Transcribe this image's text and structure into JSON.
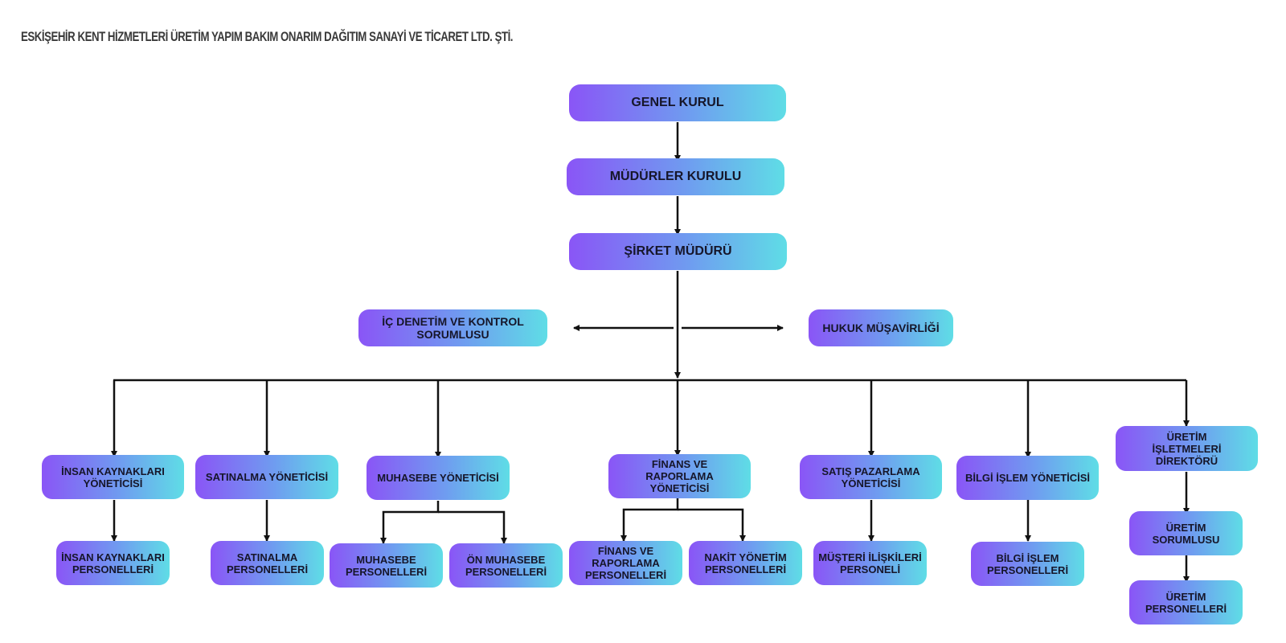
{
  "title": "ESKİŞEHİR KENT HİZMETLERİ ÜRETİM YAPIM BAKIM ONARIM DAĞITIM SANAYİ VE TİCARET LTD. ŞTİ.",
  "colors": {
    "gradient_start": "#8a55f6",
    "gradient_mid": "#6f9cf0",
    "gradient_end": "#5fdde6",
    "line": "#111111",
    "text": "#16162a"
  },
  "nodes": {
    "genel_kurul": "GENEL KURUL",
    "mudurler_kurulu": "MÜDÜRLER KURULU",
    "sirket_muduru": "ŞİRKET MÜDÜRÜ",
    "ic_denetim": "İÇ DENETİM VE KONTROL SORUMLUSU",
    "hukuk": "HUKUK MÜŞAVİRLİĞİ",
    "insan_kaynaklari_yoneticisi": "İNSAN KAYNAKLARI YÖNETİCİSİ",
    "satinalma_yoneticisi": "SATINALMA YÖNETİCİSİ",
    "muhasebe_yoneticisi": "MUHASEBE YÖNETİCİSİ",
    "finans_yoneticisi": "FİNANS VE RAPORLAMA YÖNETİCİSİ",
    "satis_yoneticisi": "SATIŞ PAZARLAMA YÖNETİCİSİ",
    "bilgi_islem_yoneticisi": "BİLGİ İŞLEM YÖNETİCİSİ",
    "uretim_direktoru": "ÜRETİM İŞLETMELERİ DİREKTÖRÜ",
    "insan_kaynaklari_personelleri": "İNSAN KAYNAKLARI PERSONELLERİ",
    "satinalma_personelleri": "SATINALMA PERSONELLERİ",
    "muhasebe_personelleri": "MUHASEBE PERSONELLERİ",
    "on_muhasebe_personelleri": "ÖN MUHASEBE PERSONELLERİ",
    "finans_personelleri": "FİNANS VE RAPORLAMA PERSONELLERİ",
    "nakit_yonetim_personelleri": "NAKİT YÖNETİM PERSONELLERİ",
    "musteri_iliskileri_personeli": "MÜŞTERİ İLİŞKİLERİ PERSONELİ",
    "bilgi_islem_personelleri": "BİLGİ İŞLEM PERSONELLERİ",
    "uretim_sorumlusu": "ÜRETİM SORUMLUSU",
    "uretim_personelleri": "ÜRETİM PERSONELLERİ"
  }
}
